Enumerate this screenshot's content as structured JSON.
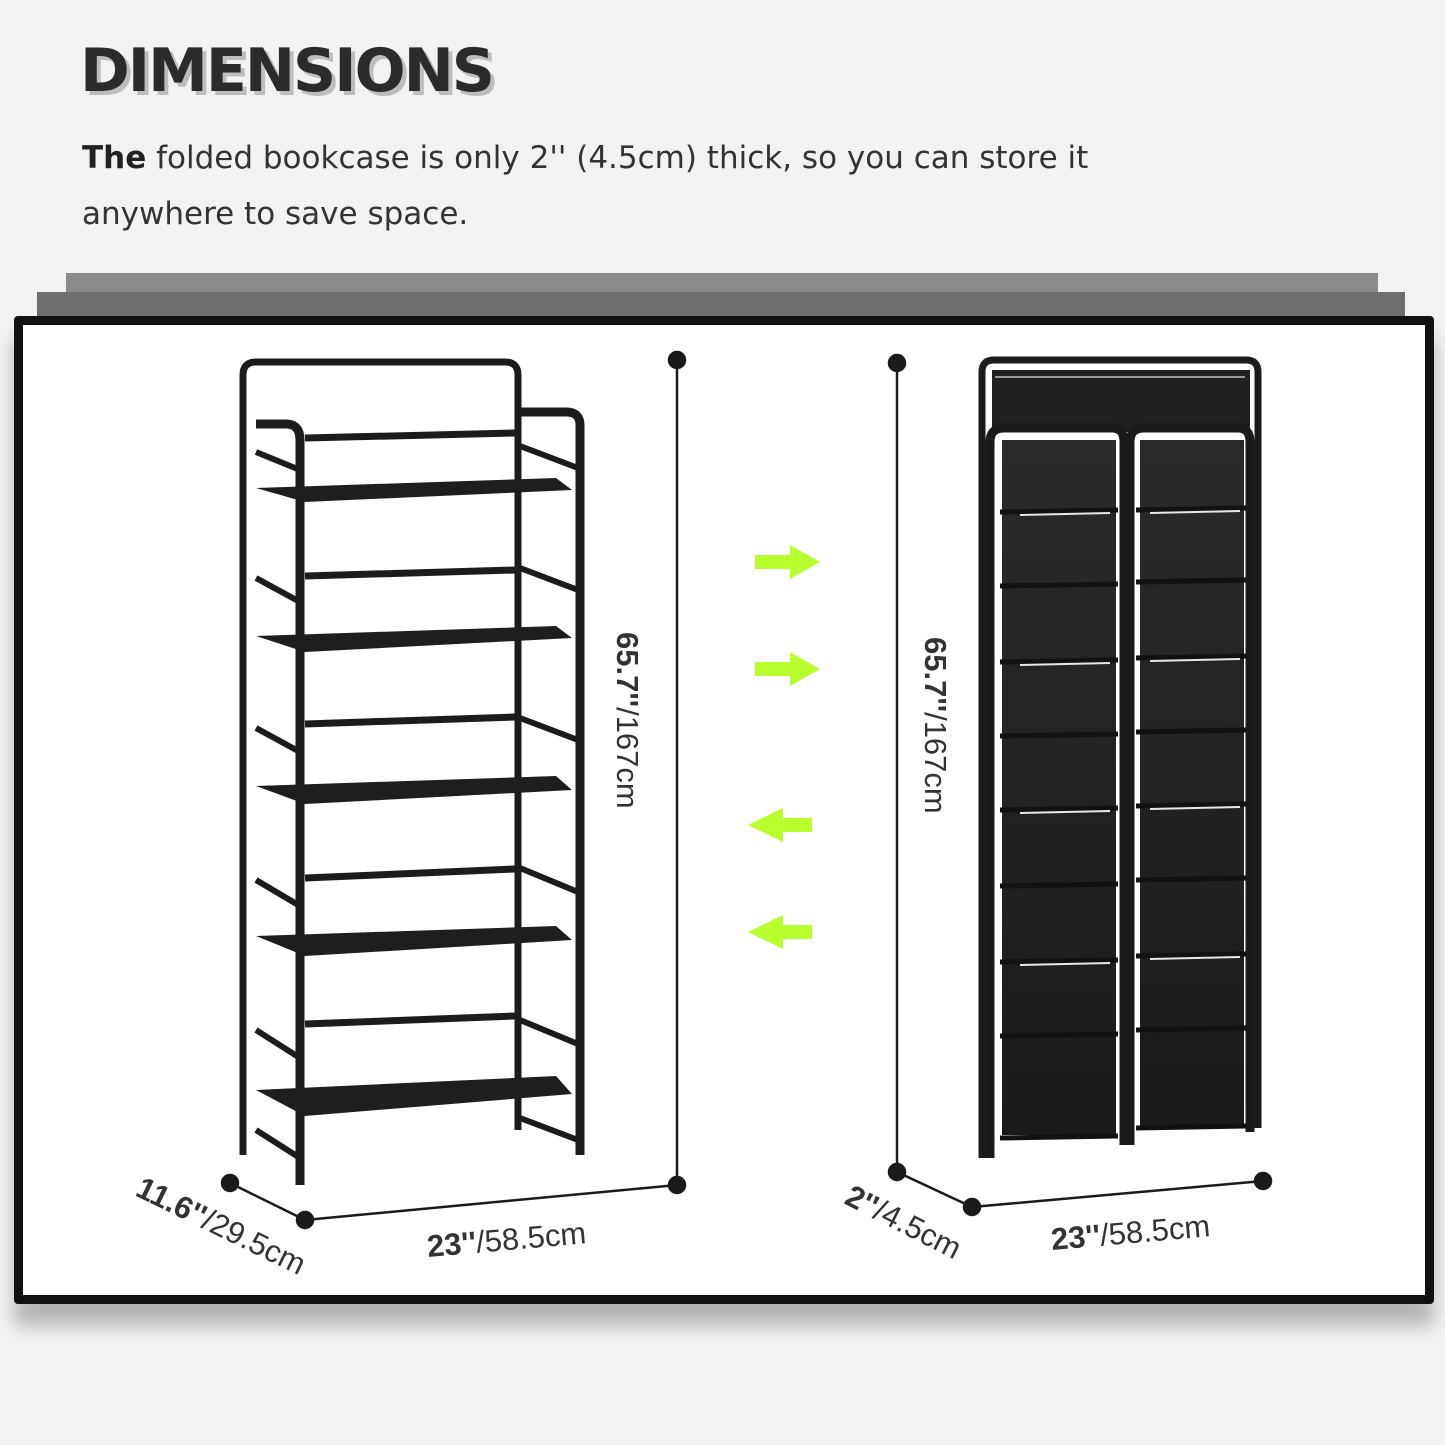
{
  "header": {
    "title": "DIMENSIONS",
    "desc_bold": "The",
    "desc_rest": " folded bookcase is only 2'' (4.5cm) thick, so you can store it anywhere to save space."
  },
  "unfolded": {
    "height_in": "65.7''",
    "height_cm": "/167cm",
    "width_in": "23''",
    "width_cm": "/58.5cm",
    "depth_in": "11.6''",
    "depth_cm": "/29.5cm"
  },
  "folded": {
    "height_in": "65.7''",
    "height_cm": "/167cm",
    "width_in": "23''",
    "width_cm": "/58.5cm",
    "depth_in": "2''",
    "depth_cm": "/4.5cm"
  },
  "colors": {
    "arrow": "#b8ff2e",
    "frame": "#1c1c1c"
  }
}
